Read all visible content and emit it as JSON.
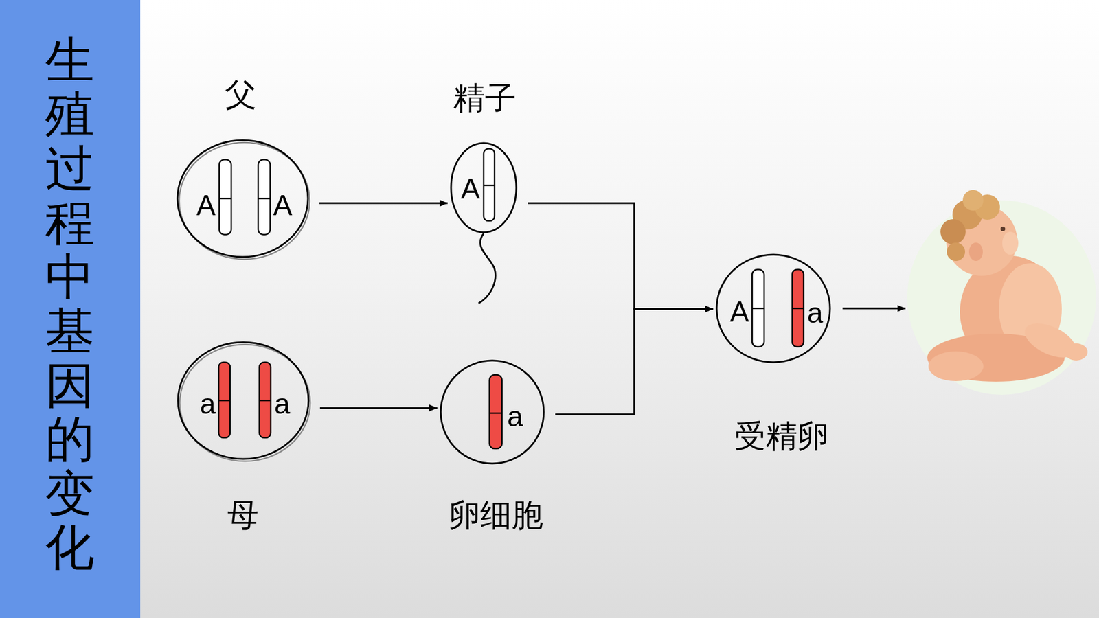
{
  "diagram": {
    "title": "生殖过程中基因的变化",
    "nodes": [
      {
        "text": [
          "父",
          "A",
          "A"
        ]
      },
      {
        "text": [
          "精子",
          "A"
        ]
      },
      {
        "text": [
          "母",
          "a",
          "a"
        ]
      },
      {
        "text": [
          "卵细胞",
          "a"
        ]
      },
      {
        "text": [
          "受精卵",
          "A",
          "a"
        ]
      }
    ],
    "edges": [
      {
        "from": 0,
        "to": 1,
        "arrow": "to"
      },
      {
        "from": 2,
        "to": 3,
        "arrow": "to"
      },
      {
        "from": 1,
        "to": 4,
        "arrow": "to"
      },
      {
        "from": 3,
        "to": 4,
        "arrow": "to"
      }
    ]
  }
}
